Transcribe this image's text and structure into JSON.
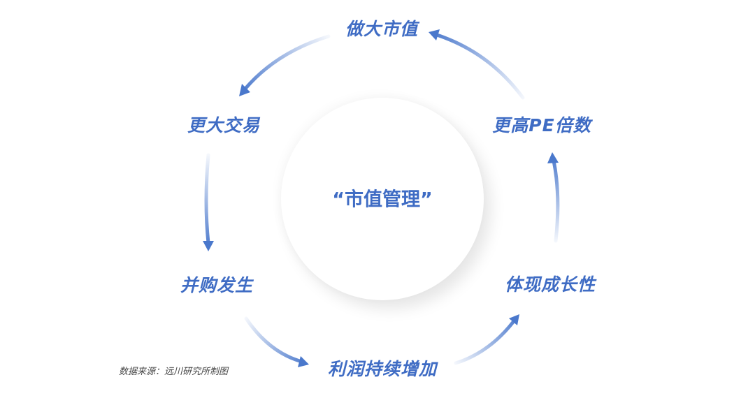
{
  "center": {
    "label": "“市值管理”"
  },
  "nodes": [
    "做大市值",
    "更大交易",
    "并购发生",
    "利润持续增加",
    "体现成长性",
    "更高PE倍数"
  ],
  "source": "数据来源：远川研究所制图",
  "colors": {
    "accent": "#3f6cc4",
    "arrow": "#4a78cc"
  }
}
